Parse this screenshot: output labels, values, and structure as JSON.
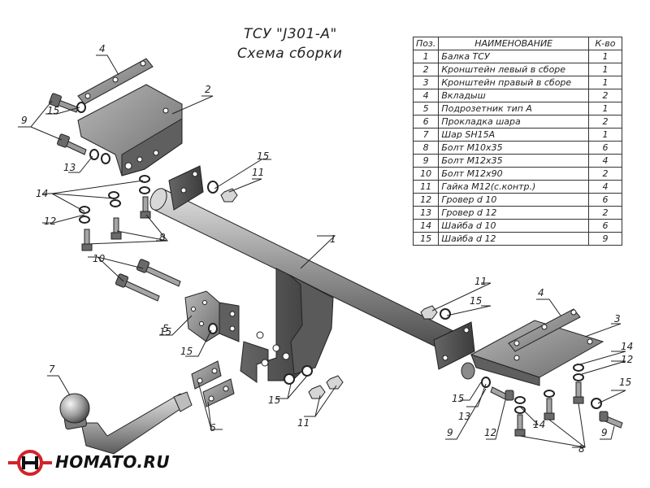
{
  "title": {
    "line1": "ТСУ \"J301-A\"",
    "line2": "Схема сборки"
  },
  "parts_table": {
    "headers": {
      "pos": "Поз.",
      "name": "НАИМЕНОВАНИЕ",
      "qty": "К-во"
    },
    "rows": [
      {
        "pos": "1",
        "name": "Балка ТСУ",
        "qty": "1"
      },
      {
        "pos": "2",
        "name": "Кронштейн левый в сборе",
        "qty": "1"
      },
      {
        "pos": "3",
        "name": "Кронштейн правый в сборе",
        "qty": "1"
      },
      {
        "pos": "4",
        "name": "Вкладыш",
        "qty": "2"
      },
      {
        "pos": "5",
        "name": "Подрозетник тип А",
        "qty": "1"
      },
      {
        "pos": "6",
        "name": "Прокладка шара",
        "qty": "2"
      },
      {
        "pos": "7",
        "name": "Шар SH15A",
        "qty": "1"
      },
      {
        "pos": "8",
        "name": "Болт М10х35",
        "qty": "6"
      },
      {
        "pos": "9",
        "name": "Болт М12х35",
        "qty": "4"
      },
      {
        "pos": "10",
        "name": "Болт М12х90",
        "qty": "2"
      },
      {
        "pos": "11",
        "name": "Гайка М12(с.контр.)",
        "qty": "4"
      },
      {
        "pos": "12",
        "name": "Гровер d 10",
        "qty": "6"
      },
      {
        "pos": "13",
        "name": "Гровер d 12",
        "qty": "2"
      },
      {
        "pos": "14",
        "name": "Шайба d 10",
        "qty": "6"
      },
      {
        "pos": "15",
        "name": "Шайба d 12",
        "qty": "9"
      }
    ]
  },
  "callouts": {
    "c1": "1",
    "c2": "2",
    "c3": "3",
    "c4a": "4",
    "c4b": "4",
    "c5": "5",
    "c6": "6",
    "c7": "7",
    "c8a": "8",
    "c8b": "8",
    "c9a": "9",
    "c9b": "9",
    "c9c": "9",
    "c10": "10",
    "c11a": "11",
    "c11b": "11",
    "c11c": "11",
    "c12a": "12",
    "c12b": "12",
    "c12c": "12",
    "c13a": "13",
    "c13b": "13",
    "c14a": "14",
    "c14b": "14",
    "c14c": "14",
    "c15a": "15",
    "c15b": "15",
    "c15c": "15",
    "c15d": "15",
    "c15e": "15",
    "c15f": "15",
    "c15g": "15",
    "c15h": "15"
  },
  "brand": {
    "text": "HOMATO.RU"
  },
  "colors": {
    "metal": "#8e8e8e",
    "metal_dark": "#555555",
    "metal_light": "#c8c8c8",
    "ball_light": "#e6e6e6",
    "line": "#222222",
    "logo_red": "#d2232a"
  }
}
